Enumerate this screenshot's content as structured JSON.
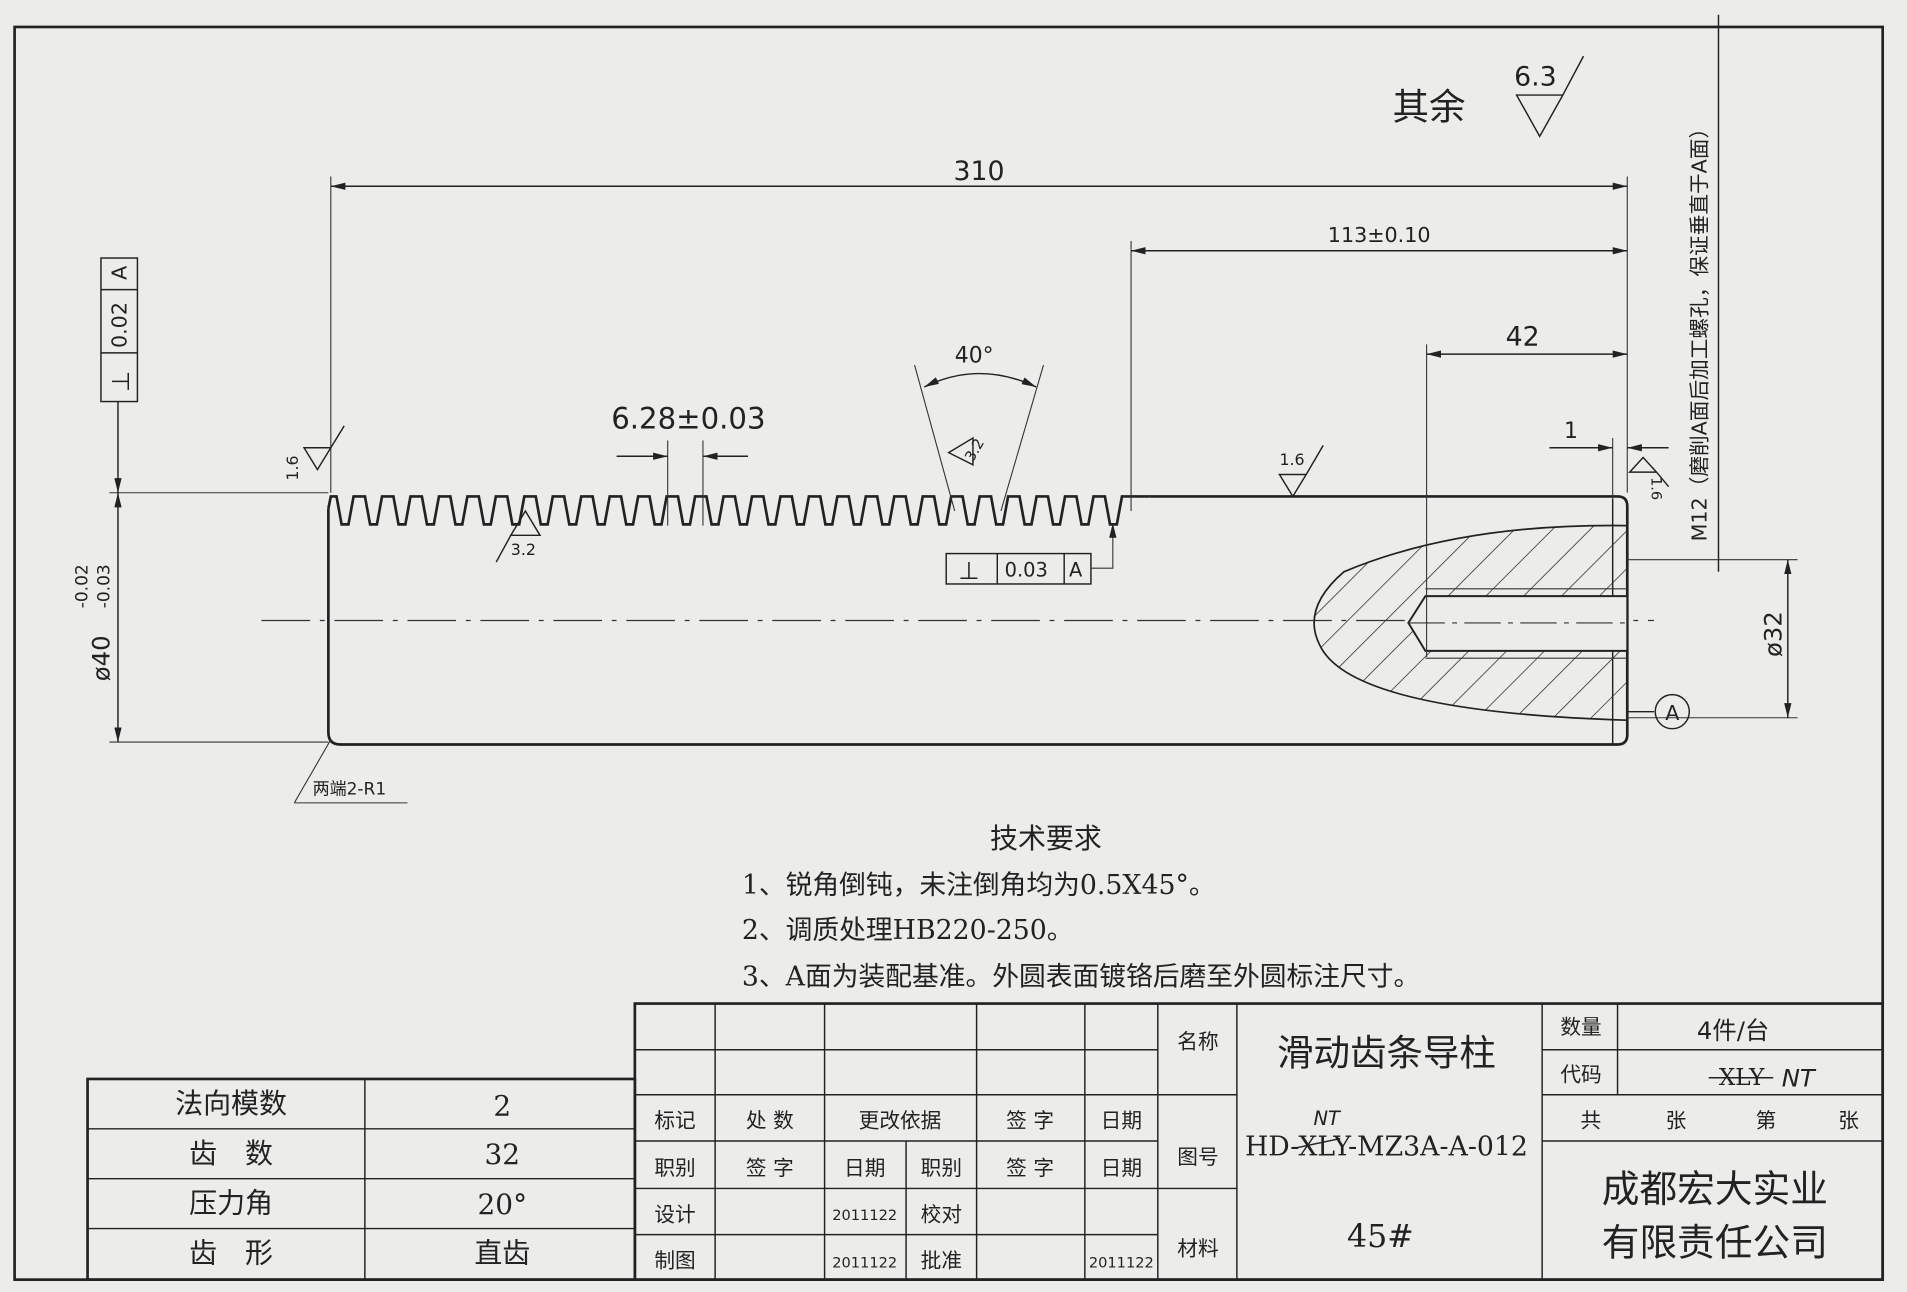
{
  "drawing": {
    "roughness_default": {
      "label": "其余",
      "value": "6.3"
    },
    "side_note": "M12（磨削A面后加工螺孔，保证垂直于A面）",
    "dims": {
      "overall": "310",
      "d113": "113±0.10",
      "d42": "42",
      "d1": "1",
      "pitch": "6.28±0.03",
      "angle": "40°",
      "dia40": "ø40",
      "dia40_upper": "-0.02",
      "dia40_lower": "-0.03",
      "dia32": "ø32",
      "radius_note": "两端2-R1"
    },
    "roughness": {
      "left": "1.6",
      "top": "1.6",
      "teeth": "3.2",
      "flank": "3.2",
      "end": "1.6"
    },
    "tolerance_left": {
      "symbol": "⊥",
      "value": "0.02",
      "datum": "A"
    },
    "tolerance_mid": {
      "symbol": "⊥",
      "value": "0.03",
      "datum": "A"
    },
    "datum_label": "A"
  },
  "tech_requirements": {
    "title": "技术要求",
    "items": [
      "1、锐角倒钝，未注倒角均为0.5X45°。",
      "2、调质处理HB220-250。",
      "3、A面为装配基准。外圆表面镀铬后磨至外圆标注尺寸。"
    ]
  },
  "gear_table": [
    {
      "label": "法向模数",
      "value": "2"
    },
    {
      "label": "齿　数",
      "value": "32"
    },
    {
      "label": "压力角",
      "value": "20°"
    },
    {
      "label": "齿　形",
      "value": "直齿"
    }
  ],
  "title_block": {
    "headers1": [
      "标记",
      "处 数",
      "更改依据",
      "签 字",
      "日期"
    ],
    "headers2": [
      "职别",
      "签 字",
      "日期",
      "职别",
      "签 字",
      "日期"
    ],
    "design": "设计",
    "design_date": "2011122",
    "check": "校对",
    "draw": "制图",
    "draw_date": "2011122",
    "approve": "批准",
    "approve_date": "2011122",
    "name_label": "名称",
    "name": "滑动齿条导柱",
    "drawing_no_label": "图号",
    "drawing_no": "HD-XLY-MZ3A-A-012",
    "drawing_no_correction": "NT",
    "material_label": "材料",
    "material": "45#",
    "qty_label": "数量",
    "qty": "4件/台",
    "code_label": "代码",
    "code_struck": "XLY",
    "code": "NT",
    "sheets": [
      "共",
      "张",
      "第",
      "张"
    ],
    "company_line1": "成都宏大实业",
    "company_line2": "有限责任公司"
  }
}
